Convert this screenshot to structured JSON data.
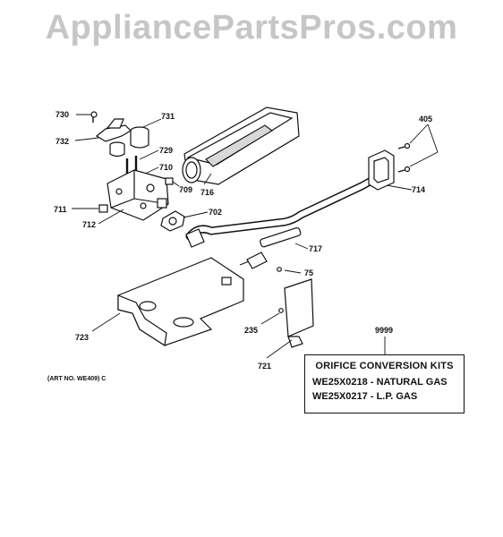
{
  "watermark": "AppliancePartsPros.com",
  "parts": {
    "p730": "730",
    "p731": "731",
    "p732": "732",
    "p729": "729",
    "p710": "710",
    "p709": "709",
    "p716": "716",
    "p711": "711",
    "p712": "712",
    "p702": "702",
    "p405": "405",
    "p714": "714",
    "p717": "717",
    "p75": "75",
    "p723": "723",
    "p235": "235",
    "p721": "721",
    "p9999": "9999"
  },
  "art_number": "(ART NO. WE409) C",
  "kit_box": {
    "title": "ORIFICE CONVERSION KITS",
    "rows": [
      {
        "part": "WE25X0218",
        "sep": "-",
        "desc": "NATURAL GAS"
      },
      {
        "part": "WE25X0217",
        "sep": "-",
        "desc": "L.P. GAS"
      }
    ]
  }
}
